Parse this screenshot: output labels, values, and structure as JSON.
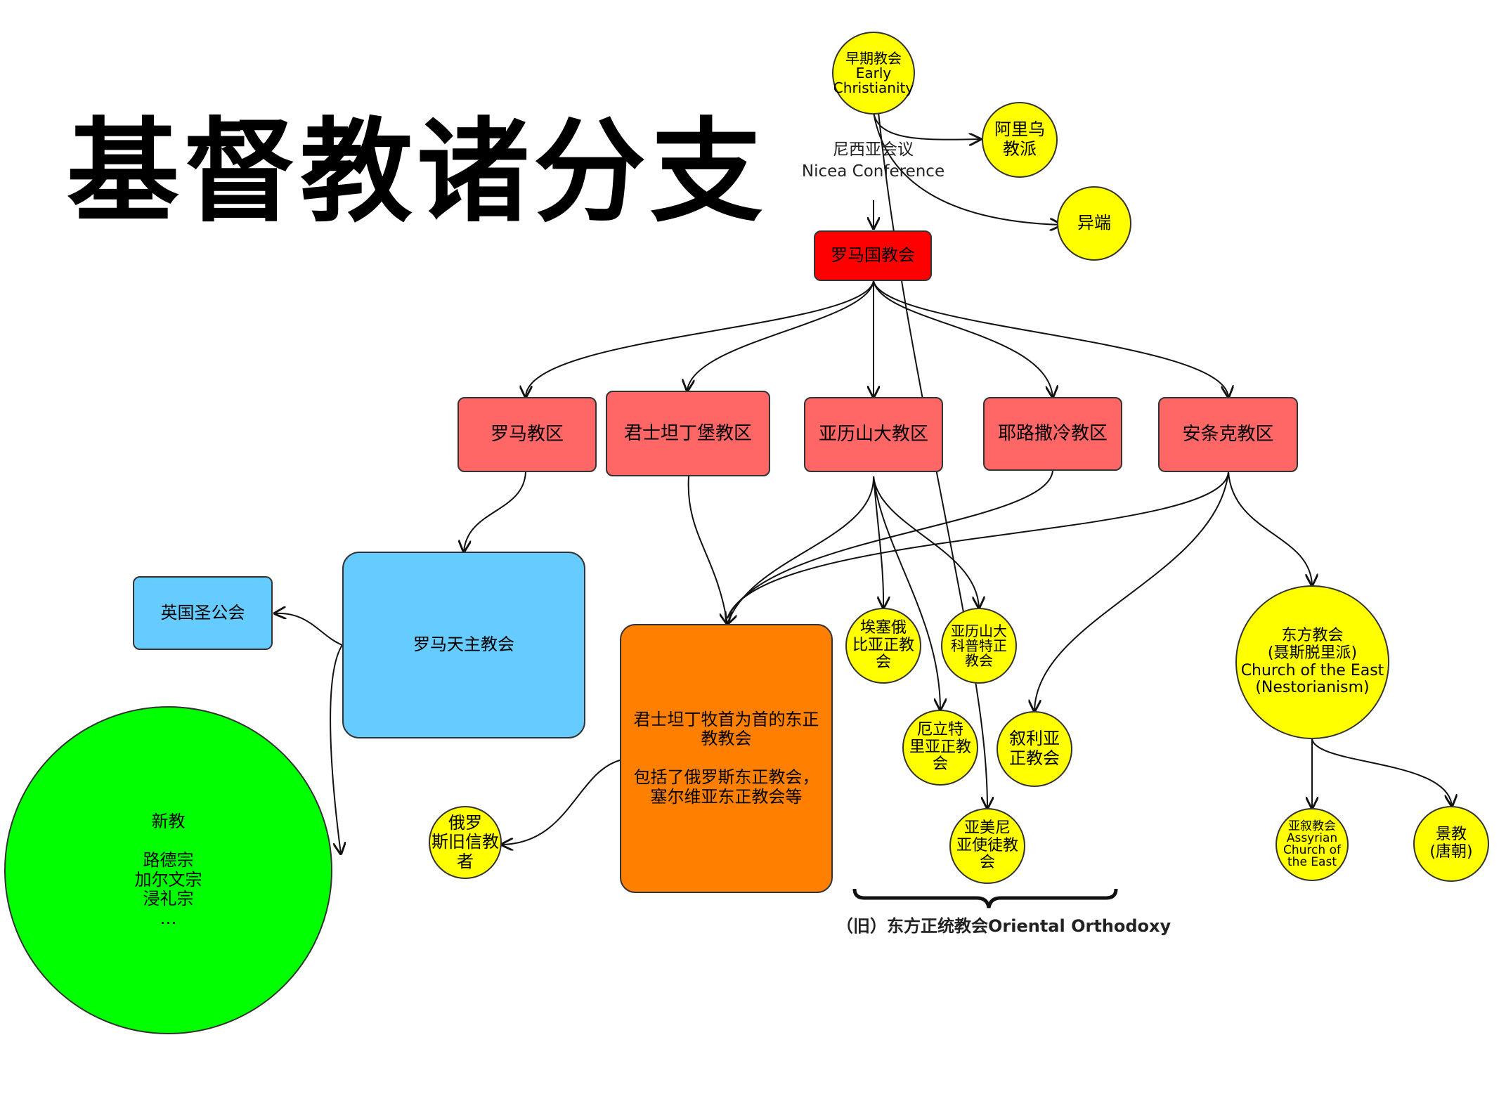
{
  "title": "基督教诸分支",
  "nicea_label": "尼西亚会议\nNicea Conference",
  "group_label": "（旧）东方正统教会Oriental Orthodoxy",
  "nodes": {
    "early": "早期教会\nEarly\nChristianity",
    "arius": "阿里乌\n教派",
    "heresy": "异端",
    "roman_state": "罗马国教会",
    "rome": "罗马教区",
    "constantinople": "君士坦丁堡教区",
    "alexandria": "亚历山大教区",
    "jerusalem": "耶路撒冷教区",
    "antioch": "安条克教区",
    "anglican": "英国圣公会",
    "catholic": "罗马天主教会",
    "protestant": "新教\n\n路德宗\n加尔文宗\n浸礼宗\n…",
    "eastern_orthodox": "君士坦丁牧首为首的东正教教会\n\n包括了俄罗斯东正教会，塞尔维亚东正教会等",
    "old_believers": "俄罗\n斯旧信教\n者",
    "ethiopian": "埃塞俄\n比亚正教\n会",
    "coptic": "亚历山大\n科普特正\n教会",
    "eritrean": "厄立特\n里亚正教\n会",
    "syriac": "叙利亚\n正教会",
    "armenian": "亚美尼\n亚使徒教\n会",
    "church_east": "东方教会\n(聂斯脱里派)\nChurch of the East\n(Nestorianism)",
    "assyrian": "亚叙教会\nAssyrian\nChurch of\nthe East",
    "jingjiao": "景教\n(唐朝)"
  }
}
